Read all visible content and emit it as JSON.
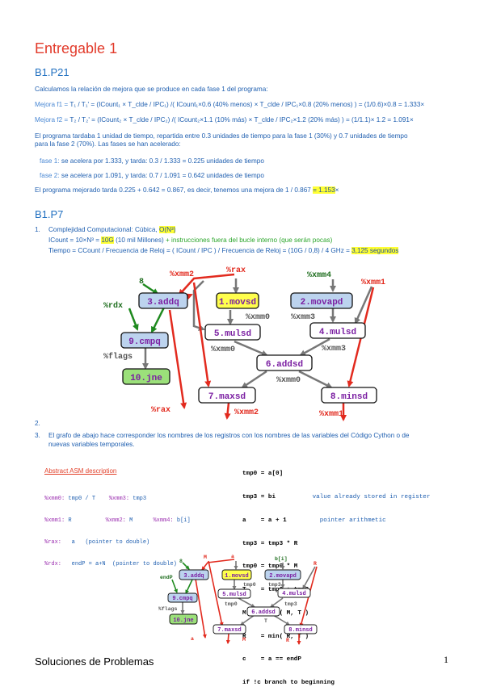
{
  "title": "Entregable 1",
  "b1p21": {
    "heading": "B1.P21",
    "intro": "Calculamos la relación de mejora que se produce en cada fase 1 del programa:",
    "mejora1_prefix": "Mejora f1 =",
    "mejora1_body": " T₁ / T₁' = (ICount₁ × T_clde / IPC₁) /( ICount₁×0.6 (40% menos) × T_clde / IPC₁×0.8 (20% menos) ) = (1/0.6)×0.8 = 1.333×",
    "mejora2_prefix": "Mejora f2 =",
    "mejora2_body": " T₂ / T₂' = (ICount₂ × T_clde / IPC₂) /( ICount₂×1.1 (10% más) × T_clde / IPC₂×1.2 (20% más) ) = (1/1.1)× 1.2 = 1.091×",
    "prog_line1": "El programa tardaba 1 unidad de tiempo, repartida entre 0.3 unidades de tiempo para la fase 1 (30%) y 0.7 unidades de tiempo",
    "prog_line2": "para la fase 2 (70%). Las fases se han acelerado:",
    "fase1_prefix": "fase 1:",
    "fase1_body": " se acelera por 1.333, y tarda: 0.3 / 1.333 = 0.225 unidades de tiempo",
    "fase2_prefix": "fase 2:",
    "fase2_body": " se acelera por 1.091, y tarda: 0.7 / 1.091 = 0.642 unidades de tiempo",
    "result_text": "El programa mejorado tarda 0.225 + 0.642 = 0.867, es decir, tenemos una mejora de 1 / 0.867 ",
    "result_hl": "= 1.153",
    "result_suffix": "×"
  },
  "b1p7": {
    "heading": "B1.P7",
    "item1_num": "1.",
    "item1_a": "Complejidad Computacional: Cúbica, ",
    "item1_a_hl": "O(N³)",
    "item1_b_pre": "ICount = 10×N³ = ",
    "item1_b_hl": "10G",
    "item1_b_mid": " (10 mil Millones) ",
    "item1_b_grn": "+ instrucciones fuera del bucle interno (que serán pocas)",
    "item1_c_pre": "Tiempo = CCount / Frecuencia de Reloj = ( ICount / IPC ) / Frecuencia de Reloj = (10G / 0,8) / 4 GHz = ",
    "item1_c_hl": "3,125 segundos",
    "item2_num": "2.",
    "item3_num": "3.",
    "item3_l1": "El grafo de abajo hace corresponder los nombres de los registros con los nombres de las variables del Código Cython o de",
    "item3_l2": "nuevas variables temporales."
  },
  "graph1": {
    "nodes": {
      "addq": "3.addq",
      "movsd": "1.movsd",
      "movapd": "2.movapd",
      "mulsd5": "5.mulsd",
      "mulsd4": "4.mulsd",
      "cmpq": "9.cmpq",
      "addsd": "6.addsd",
      "jne": "10.jne",
      "maxsd": "7.maxsd",
      "minsd": "8.minsd"
    },
    "labels": {
      "xmm2_top": "%xmm2",
      "rax_top": "%rax",
      "xmm4": "%xmm4",
      "xmm1_top": "%xmm1",
      "eight": "8",
      "rdx": "%rdx",
      "xmm0_a": "%xmm0",
      "xmm3_a": "%xmm3",
      "xmm0_b": "%xmm0",
      "xmm3_b": "%xmm3",
      "flags": "%flags",
      "xmm0_c": "%xmm0",
      "rax_bot": "%rax",
      "xmm2_bot": "%xmm2",
      "xmm1_bot": "%xmm1"
    }
  },
  "abstract": {
    "title": "Abstract ASM description",
    "rows": [
      [
        "%xmm0:",
        "tmp0 / T",
        "%xmm3:",
        "tmp3",
        "",
        ""
      ],
      [
        "%xmm1:",
        "R",
        "%xmm2:",
        "M",
        "%xmm4:",
        "b[i]"
      ],
      [
        "%rax:",
        "a",
        "(pointer to double)",
        "",
        "",
        ""
      ],
      [
        "%rdx:",
        "endP = a+N",
        "(pointer to double)",
        "",
        "",
        ""
      ]
    ]
  },
  "code": {
    "lines": [
      [
        "tmp0 = a[0]",
        ""
      ],
      [
        "tmp3 = bi",
        "value already stored in register"
      ],
      [
        "a    = a + 1",
        "pointer arithmetic"
      ],
      [
        "tmp3 = tmp3 * R",
        ""
      ],
      [
        "tmp0 = tmp0 * M",
        ""
      ],
      [
        "T    = tmp0 + tmp3",
        ""
      ],
      [
        "M    = max( M, T )",
        ""
      ],
      [
        "R    = min( R, T )",
        ""
      ],
      [
        "c    = a == endP",
        ""
      ],
      [
        "if !c branch to beginning",
        ""
      ]
    ]
  },
  "graph2": {
    "nodes": {
      "addq": "3.addq",
      "movsd": "1.movsd",
      "movapd": "2.movapd",
      "mulsd5": "5.mulsd",
      "mulsd4": "4.mulsd",
      "cmpq": "9.cmpq",
      "addsd": "6.addsd",
      "jne": "10.jne",
      "maxsd": "7.maxsd",
      "minsd": "8.minsd"
    },
    "labels": {
      "eight": "8",
      "M_top": "M",
      "a_top": "a",
      "bi": "b[i]",
      "R_top": "R",
      "endp": "endP",
      "tmp0_a": "tmp0",
      "tmp3_a": "tmp3",
      "tmp0_b": "tmp0",
      "tmp3_b": "tmp3",
      "flags": "%flags",
      "T": "T",
      "a_bot": "a",
      "M_bot": "M",
      "R_bot": "R"
    }
  },
  "footer": "Soluciones de Problemas",
  "page_number": "1"
}
